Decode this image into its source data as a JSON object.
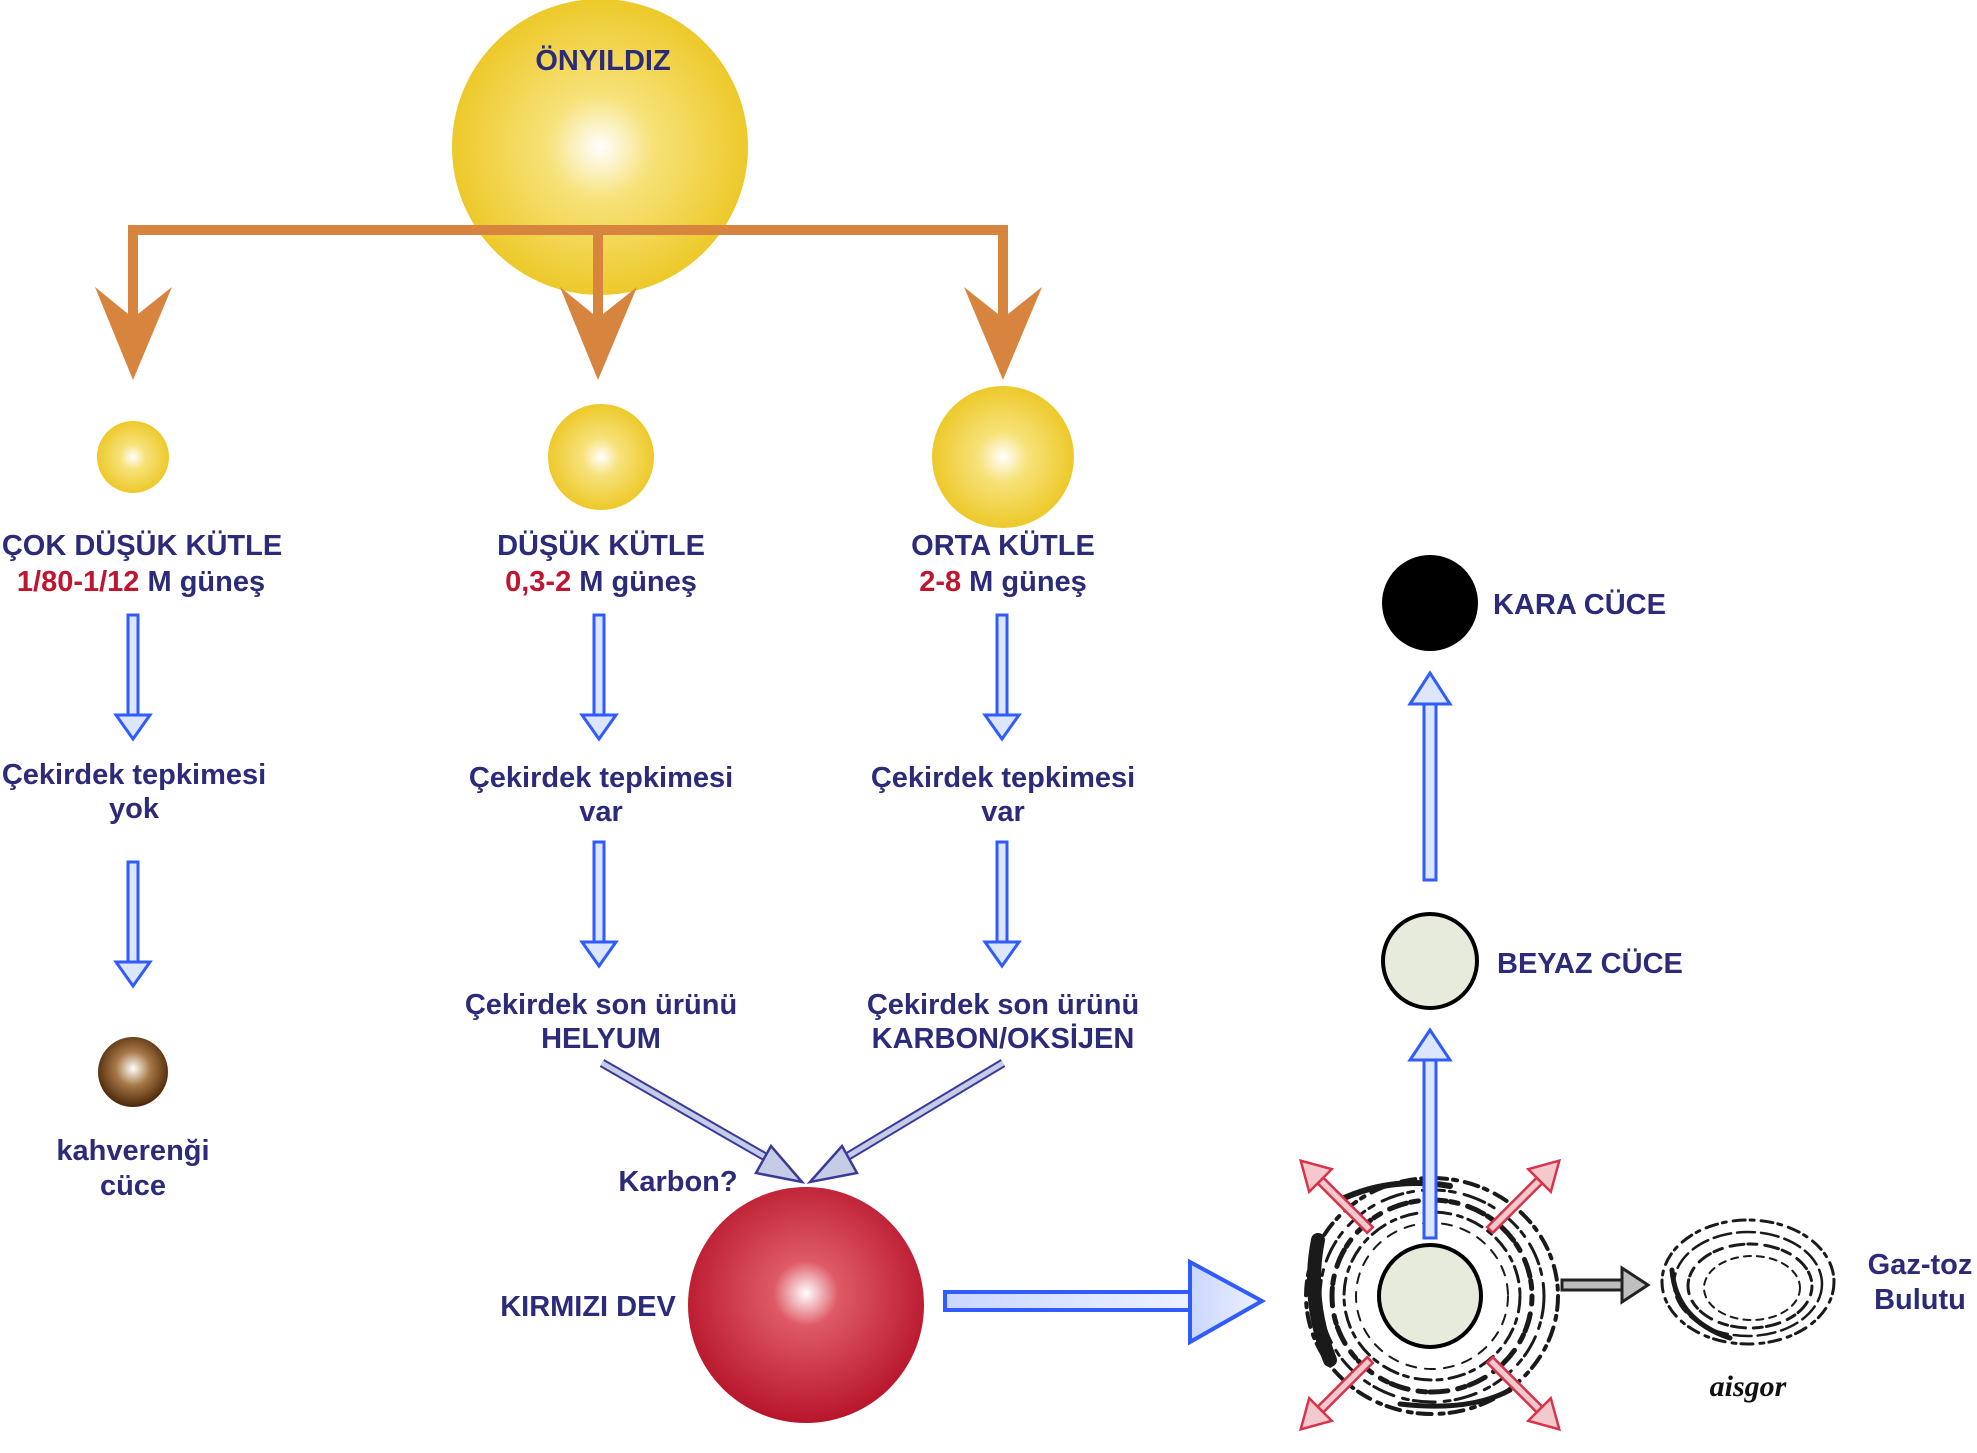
{
  "title": "ÖNYILDIZ",
  "branches": [
    {
      "mass_label": "ÇOK DÜŞÜK KÜTLE",
      "mass_range": "1/80-1/12",
      "mass_unit": " M güneş",
      "reaction_line1": "Çekirdek tepkimesi",
      "reaction_line2": "yok",
      "result_line1": "kahverenği",
      "result_line2": "cüce"
    },
    {
      "mass_label": "DÜŞÜK KÜTLE",
      "mass_range": "0,3-2",
      "mass_unit": " M güneş",
      "reaction_line1": "Çekirdek tepkimesi",
      "reaction_line2": "var",
      "product_line1": "Çekirdek son ürünü",
      "product_line2": "HELYUM"
    },
    {
      "mass_label": "ORTA KÜTLE",
      "mass_range": "2-8",
      "mass_unit": " M güneş",
      "reaction_line1": "Çekirdek tepkimesi",
      "reaction_line2": "var",
      "product_line1": "Çekirdek son ürünü",
      "product_line2": "KARBON/OKSİJEN"
    }
  ],
  "carbon_question": "Karbon?",
  "red_giant": "KIRMIZI DEV",
  "white_dwarf": "BEYAZ CÜCE",
  "black_dwarf": "KARA  CÜCE",
  "gas_dust_line1": "Gaz-toz",
  "gas_dust_line2": "Bulutu",
  "signature": "aisgor",
  "colors": {
    "star_yellow": "#f0cf2e",
    "orange_arrow": "#d7843f",
    "blue_arrow": "#2f5bff",
    "red_giant": "#c4162c",
    "brown_dwarf": "#6b3d12",
    "white_dwarf": "#e6ebdc",
    "label_text": "#2b2b7a",
    "mass_range_text": "#c0152f"
  },
  "icons": [
    "star-icon",
    "orange-branch-arrow",
    "blue-flow-arrow",
    "red-burst-arrow",
    "nebula-swirl"
  ]
}
